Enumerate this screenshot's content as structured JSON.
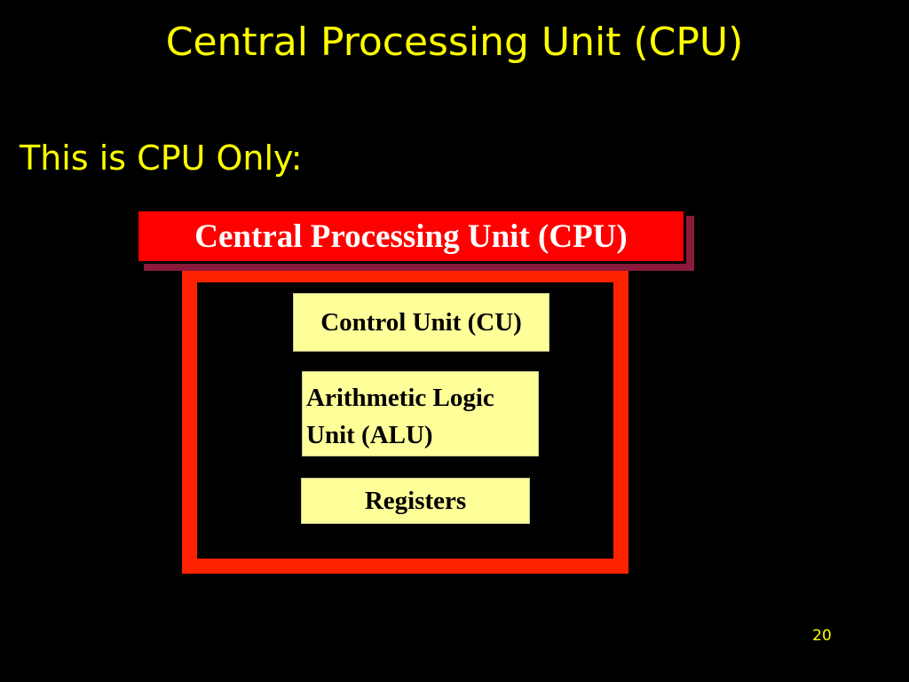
{
  "slide": {
    "title": "Central Processing Unit (CPU)",
    "subtitle": "This is CPU Only:",
    "page_number": "20"
  },
  "diagram": {
    "header_label": "Central Processing Unit (CPU)",
    "components": {
      "control_unit": "Control Unit (CU)",
      "alu_line1": "Arithmetic Logic",
      "alu_line2": "Unit (ALU)",
      "registers": "Registers"
    }
  },
  "colors": {
    "background": "#000000",
    "title_text": "#ffff00",
    "header_fill": "#ff0000",
    "header_shadow": "#8a1a3a",
    "frame_border": "#ff2200",
    "component_fill": "#ffff99"
  }
}
